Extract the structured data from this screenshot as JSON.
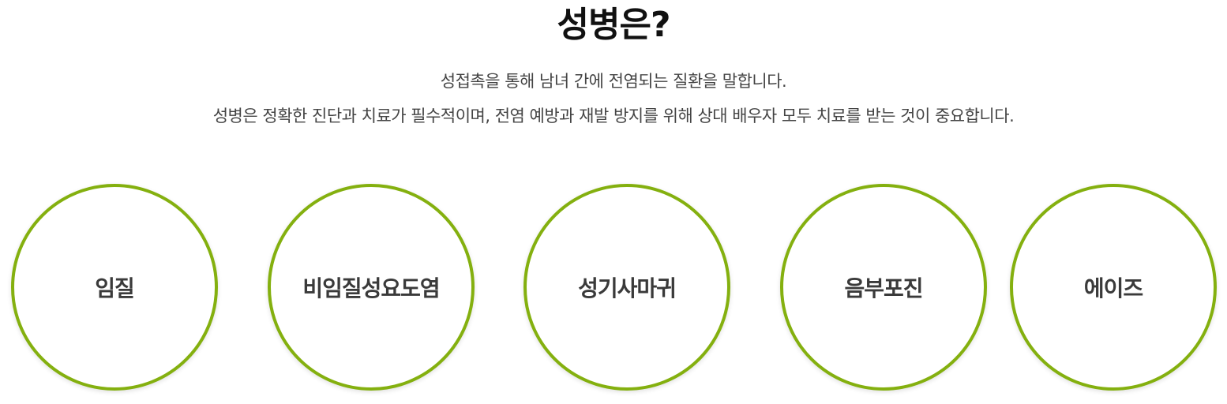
{
  "header": {
    "title": "성병은?"
  },
  "description": {
    "line1": "성접촉을 통해 남녀 간에 전염되는 질환을 말합니다.",
    "line2": "성병은 정확한 진단과 치료가 필수적이며, 전염 예방과 재발 방지를 위해 상대 배우자 모두 치료를 받는 것이 중요합니다."
  },
  "categories": [
    {
      "label": "임질"
    },
    {
      "label": "비임질성요도염"
    },
    {
      "label": "성기사마귀"
    },
    {
      "label": "음부포진"
    },
    {
      "label": "에이즈"
    }
  ],
  "colors": {
    "accent": "#84b00f"
  }
}
